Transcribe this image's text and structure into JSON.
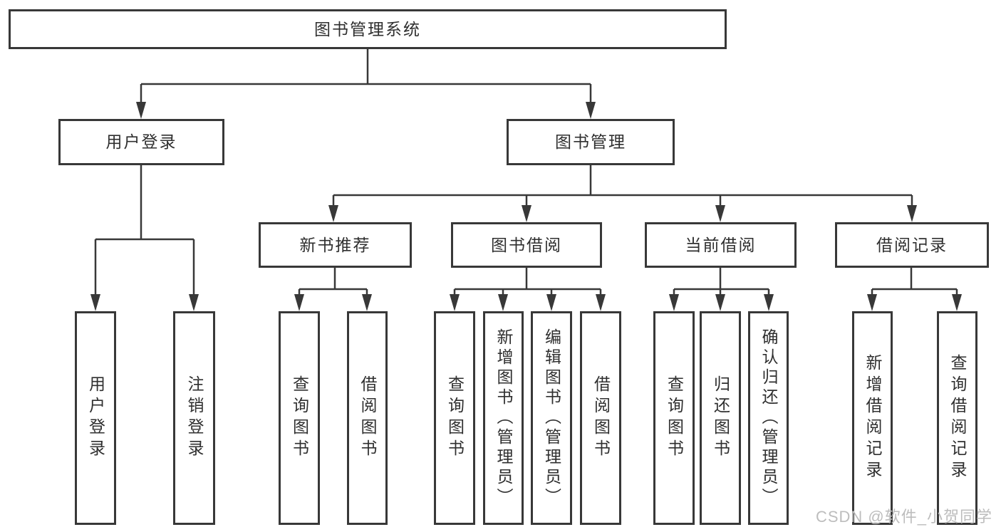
{
  "diagram": {
    "root": {
      "label": "图书管理系统"
    },
    "level2": [
      {
        "label": "用户登录"
      },
      {
        "label": "图书管理"
      }
    ],
    "level3": [
      {
        "label": "新书推荐"
      },
      {
        "label": "图书借阅"
      },
      {
        "label": "当前借阅"
      },
      {
        "label": "借阅记录"
      }
    ],
    "leaves": [
      {
        "label": "用户登录"
      },
      {
        "label": "注销登录"
      },
      {
        "label": "查询图书"
      },
      {
        "label": "借阅图书"
      },
      {
        "label": "查询图书"
      },
      {
        "label": "新增图书（管理员）"
      },
      {
        "label": "编辑图书（管理员）"
      },
      {
        "label": "借阅图书"
      },
      {
        "label": "查询图书"
      },
      {
        "label": "归还图书"
      },
      {
        "label": "确认归还（管理员）"
      },
      {
        "label": "新增借阅记录"
      },
      {
        "label": "查询借阅记录"
      }
    ],
    "colors": {
      "line": "#383838",
      "text": "#2f2f2f",
      "background": "#ffffff",
      "watermark": "#bdbdbd"
    }
  },
  "watermark": {
    "text": "CSDN @软件_小贺同学"
  }
}
